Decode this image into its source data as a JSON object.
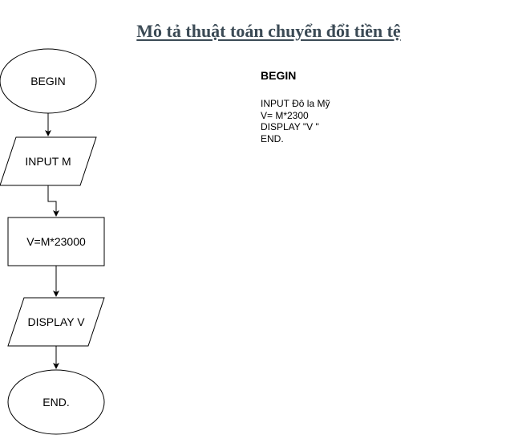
{
  "title": "Mô tả thuật toán chuyển đổi tiền tệ",
  "flowchart": {
    "nodes": [
      {
        "id": "begin",
        "shape": "ellipse",
        "label": "BEGIN"
      },
      {
        "id": "input",
        "shape": "parallelogram",
        "label": "INPUT M"
      },
      {
        "id": "process",
        "shape": "rectangle",
        "label": "V=M*23000"
      },
      {
        "id": "display",
        "shape": "parallelogram",
        "label": "DISPLAY V"
      },
      {
        "id": "end",
        "shape": "ellipse",
        "label": "END."
      }
    ],
    "edges": [
      {
        "from": "begin",
        "to": "input"
      },
      {
        "from": "input",
        "to": "process"
      },
      {
        "from": "process",
        "to": "display"
      },
      {
        "from": "display",
        "to": "end"
      }
    ]
  },
  "pseudocode": {
    "heading": "BEGIN",
    "lines": [
      "INPUT Đô la Mỹ",
      "V= M*2300",
      "DISPLAY \"V \"",
      "END."
    ]
  },
  "colors": {
    "stroke": "#000000",
    "fill": "#ffffff",
    "title": "#3b4a55"
  }
}
